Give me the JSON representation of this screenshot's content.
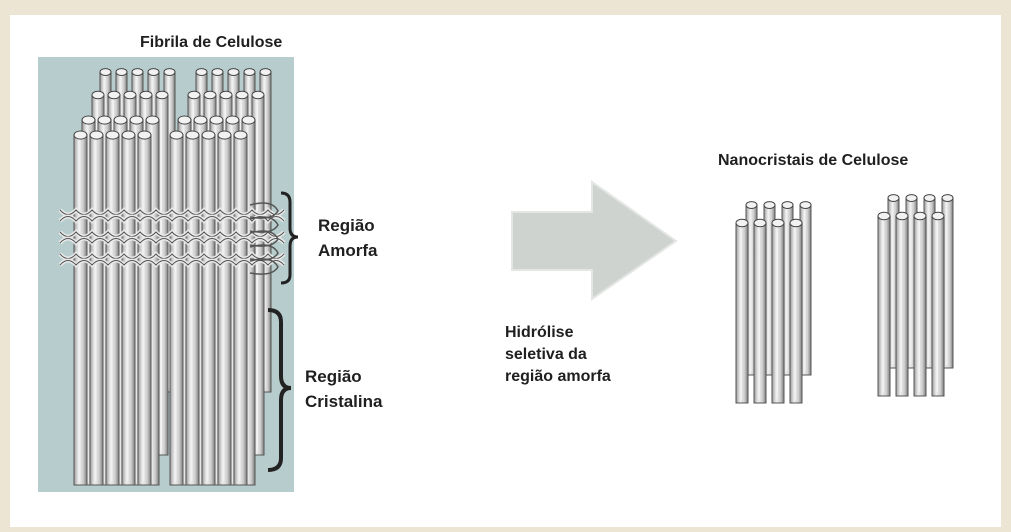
{
  "labels": {
    "fibril_title": "Fibrila de Celulose",
    "nanocrystal_title": "Nanocristais de Celulose",
    "amorphous_line1": "Região",
    "amorphous_line2": "Amorfa",
    "crystalline_line1": "Região",
    "crystalline_line2": "Cristalina",
    "process_line1": "Hidrólise",
    "process_line2": "seletiva da",
    "process_line3": "região amorfa"
  },
  "colors": {
    "page_background": "#ece5d4",
    "panel_background": "#b7cccc",
    "arrow_fill": "#cfd3cf",
    "fiber_fill": "#d6d6d6",
    "fiber_stroke": "#555555",
    "text": "#1f1f1f"
  },
  "icons": {
    "arrow": "right-arrow-icon",
    "brace": "curly-brace-icon"
  }
}
